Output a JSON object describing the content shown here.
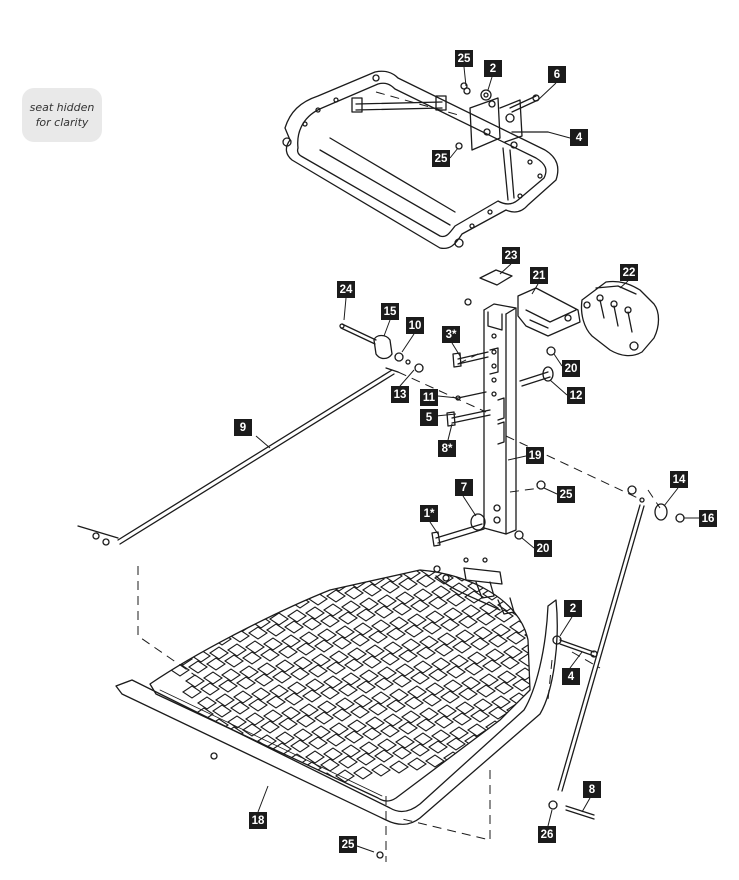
{
  "note": {
    "line1": "seat hidden",
    "line2": "for clarity"
  },
  "callouts": [
    "25",
    "2",
    "6",
    "4",
    "25",
    "23",
    "21",
    "22",
    "24",
    "15",
    "10",
    "3*",
    "20",
    "13",
    "11",
    "12",
    "5",
    "8*",
    "9",
    "19",
    "25",
    "7",
    "1*",
    "20",
    "14",
    "16",
    "2",
    "4",
    "8",
    "26",
    "18",
    "25"
  ],
  "colors": {
    "line": "#1b1b1b",
    "tag_bg": "#1b1b1b",
    "tag_text": "#ffffff",
    "note_bg": "#e9e9e9"
  }
}
